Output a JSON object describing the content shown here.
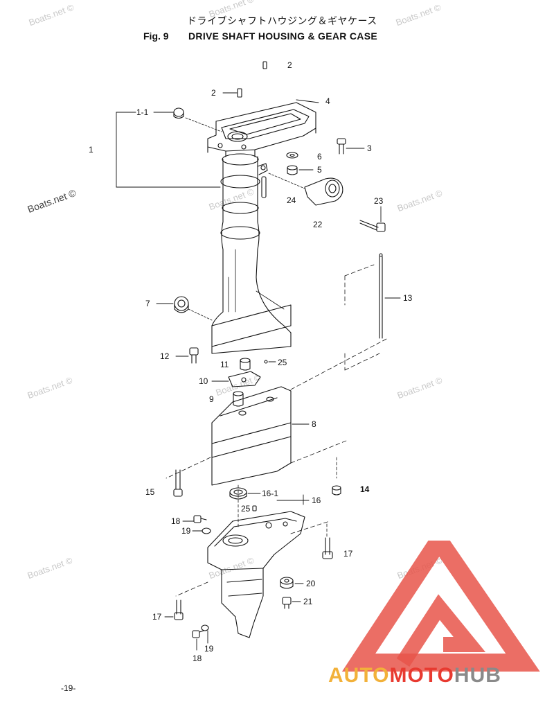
{
  "header": {
    "japanese_title": "ドライブシャフトハウジング＆ギヤケース",
    "figure_number": "Fig. 9",
    "title": "DRIVE SHAFT HOUSING & GEAR CASE"
  },
  "page_number": "-19-",
  "watermark_text": "Boats.net ©",
  "logo": {
    "part1": "AUTO",
    "part2": "MOTO",
    "part3": "HUB",
    "colors": {
      "auto": "#f2b13a",
      "moto": "#e83a30",
      "hub": "#8a8a8a",
      "triangle": "#e8554a"
    }
  },
  "callouts": {
    "c2a": "2",
    "c2b": "2",
    "c11": "1-1",
    "c1": "1",
    "c4": "4",
    "c6": "6",
    "c3": "3",
    "c5": "5",
    "c24": "24",
    "c23": "23",
    "c22": "22",
    "c13": "13",
    "c7": "7",
    "c12": "12",
    "c11b": "11",
    "c25a": "25",
    "c10": "10",
    "c9": "9",
    "c8": "8",
    "c15": "15",
    "c14": "14",
    "c161": "16-1",
    "c16": "16",
    "c25b": "25",
    "c18a": "18",
    "c19a": "19",
    "c17a": "17",
    "c20": "20",
    "c21": "21",
    "c17b": "17",
    "c18b": "18",
    "c19b": "19"
  }
}
